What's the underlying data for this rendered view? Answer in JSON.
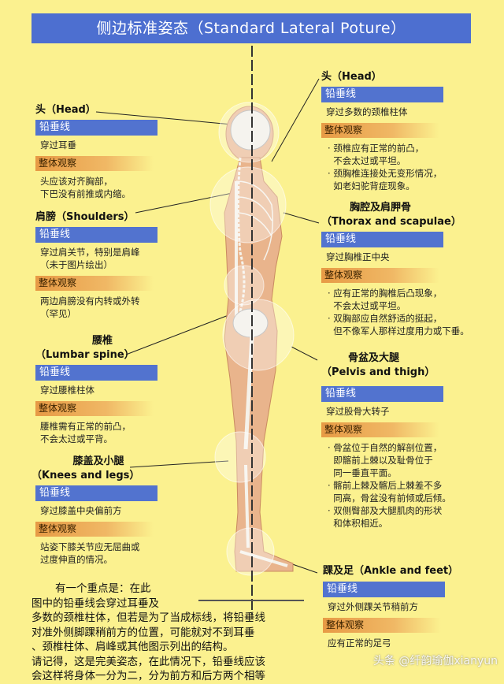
{
  "title": "侧边标准姿态（Standard Lateral Poture）",
  "plumb": "铅垂线",
  "observe": "整体观察",
  "left": {
    "head": {
      "label": "头（Head）",
      "plumb_text": "穿过耳垂",
      "obs": [
        "头应该对齐胸部，",
        "下巴没有前推或内缩。"
      ]
    },
    "shoulders": {
      "label": "肩膀（Shoulders）",
      "plumb_text": [
        "穿过肩关节，特别是肩峰",
        "（未于图片绘出）"
      ],
      "obs": [
        "两边肩膀没有内转或外转",
        "（罕见）"
      ]
    },
    "lumbar": {
      "label_cn": "腰椎",
      "label_en": "（Lumbar spine）",
      "plumb_text": "穿过腰椎柱体",
      "obs": [
        "腰椎需有正常的前凸，",
        "不会太过或平背。"
      ]
    },
    "knees": {
      "label_cn": "膝盖及小腿",
      "label_en": "（Knees and legs）",
      "plumb_text": "穿过膝盖中央偏前方",
      "obs": [
        "站姿下膝关节应无屈曲或",
        "过度伸直的情况。"
      ]
    }
  },
  "right": {
    "head": {
      "label": "头（Head）",
      "plumb_text": "穿过多数的颈椎柱体",
      "obs": [
        "· 颈椎应有正常的前凸，",
        "  不会太过或平坦。",
        "· 颈胸椎连接处无变形情况，",
        "  如老妇驼背症现象。"
      ]
    },
    "thorax": {
      "label_cn": "胸腔及肩胛骨",
      "label_en": "（Thorax and scapulae）",
      "plumb_text": "穿过胸椎正中央",
      "obs": [
        "· 应有正常的胸椎后凸现象，",
        "  不会太过或平坦。",
        "· 双胸部应自然舒适的挺起，",
        "  但不像军人那样过度用力或下垂。"
      ]
    },
    "pelvis": {
      "label_cn": "骨盆及大腿",
      "label_en": "（Pelvis and  thigh）",
      "plumb_text": "穿过股骨大转子",
      "obs": [
        "· 骨盆位于自然的解剖位置，",
        "  即髂前上棘以及耻骨位于",
        "  同一垂直平面。",
        "· 髂前上棘及髂后上棘差不多",
        "  同高，骨盆没有前倾或后倾。",
        "· 双侧臀部及大腿肌肉的形状",
        "  和体积相近。"
      ]
    },
    "ankle": {
      "label": "踝及足（Ankle and feet）",
      "plumb_text": "穿过外侧踝关节稍前方",
      "obs": [
        "应有正常的足弓"
      ]
    }
  },
  "note": [
    "有一个重点是：在此",
    "图中的铅垂线会穿过耳垂及",
    "多数的颈椎柱体，但若是为了当成标线，将铅垂线",
    "对准外侧脚踝稍前方的位置，可能就对不到耳垂",
    "、颈椎柱体、肩峰或其他图示列出的结构。",
    "请记得，这是完美姿态，在此情况下，铅垂线应该",
    "会这样将身体一分为二，分为前方和后方两个相等"
  ],
  "watermark": "头条 @纤韵瑜伽xianyun",
  "colors": {
    "background": "#fbf18f",
    "title_bar": "#4d6fd0",
    "plumb_bar": "#5273cf",
    "observe_bar": "#e79a45",
    "skin": "#e9b48c"
  }
}
